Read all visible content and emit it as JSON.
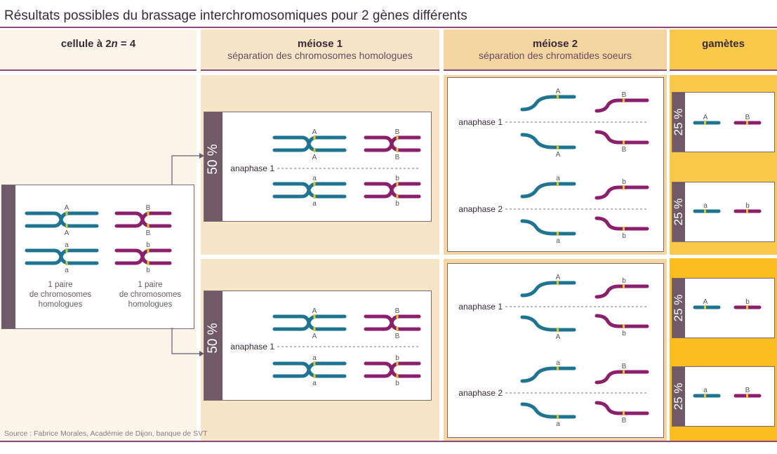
{
  "title": "Résultats possibles du brassage interchromosomiques pour 2 gènes différents",
  "columns": {
    "cell": {
      "label_pre": "cellule à 2",
      "label_n": "n",
      "label_post": " = 4"
    },
    "meiose1": {
      "label": "méiose 1",
      "sub": "séparation des chromosomes homologues"
    },
    "meiose2": {
      "label": "méiose 2",
      "sub": "séparation des chromatides soeurs"
    },
    "gametes": {
      "label": "gamètes"
    }
  },
  "cell_captions": {
    "left": "1 paire\nde chromosomes\nhomologues",
    "right": "1 paire\nde chromosomes\nhomologues"
  },
  "percent_m1": "50 %",
  "percent_gamete": "25 %",
  "anaphase1": "anaphase 1",
  "anaphase2": "anaphase 2",
  "alleles": {
    "A": "A",
    "a": "a",
    "B": "B",
    "b": "b"
  },
  "gametes": [
    {
      "left": "A",
      "right": "B"
    },
    {
      "left": "a",
      "right": "b"
    },
    {
      "left": "A",
      "right": "b"
    },
    {
      "left": "a",
      "right": "B"
    }
  ],
  "source": "Source : Fabrice Morales, Académie de Dijon, banque de SVT",
  "colors": {
    "teal": "#1f7591",
    "purple": "#8c1f6b",
    "marker": "#d9c832",
    "side": "#715a68",
    "rule": "#8a4a7e"
  }
}
